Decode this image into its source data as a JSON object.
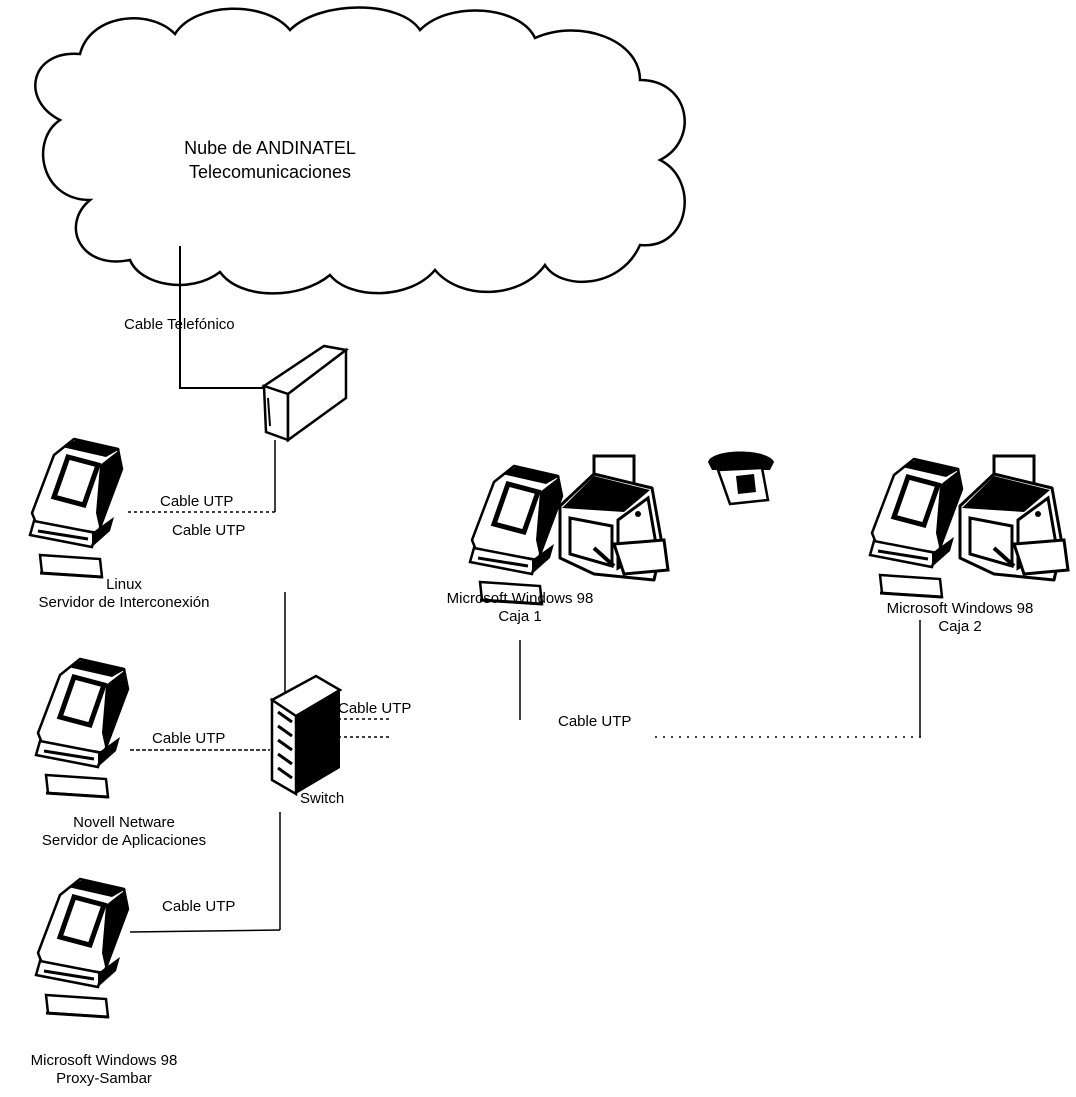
{
  "cloud": {
    "line1": "Nube de ANDINATEL",
    "line2": "Telecomunicaciones"
  },
  "links": {
    "phone_cable": "Cable Telefónico",
    "linux_a": "Cable UTP",
    "linux_b": "Cable UTP",
    "switch": "Cable UTP",
    "novell": "Cable UTP",
    "proxy": "Cable UTP",
    "cajas": "Cable UTP"
  },
  "switch_label": "Switch",
  "nodes": {
    "linux": {
      "line1": "Linux",
      "line2": "Servidor de Interconexión"
    },
    "novell": {
      "line1": "Novell Netware",
      "line2": "Servidor de Aplicaciones"
    },
    "proxy": {
      "line1": "Microsoft Windows 98",
      "line2": "Proxy-Sambar"
    },
    "caja1": {
      "line1": "Microsoft Windows 98",
      "line2": "Caja 1"
    },
    "caja2": {
      "line1": "Microsoft Windows 98",
      "line2": "Caja 2"
    }
  },
  "icons": [
    "cloud-icon",
    "modem-icon",
    "switch-icon",
    "computer-icon",
    "printer-icon",
    "telephone-icon"
  ]
}
